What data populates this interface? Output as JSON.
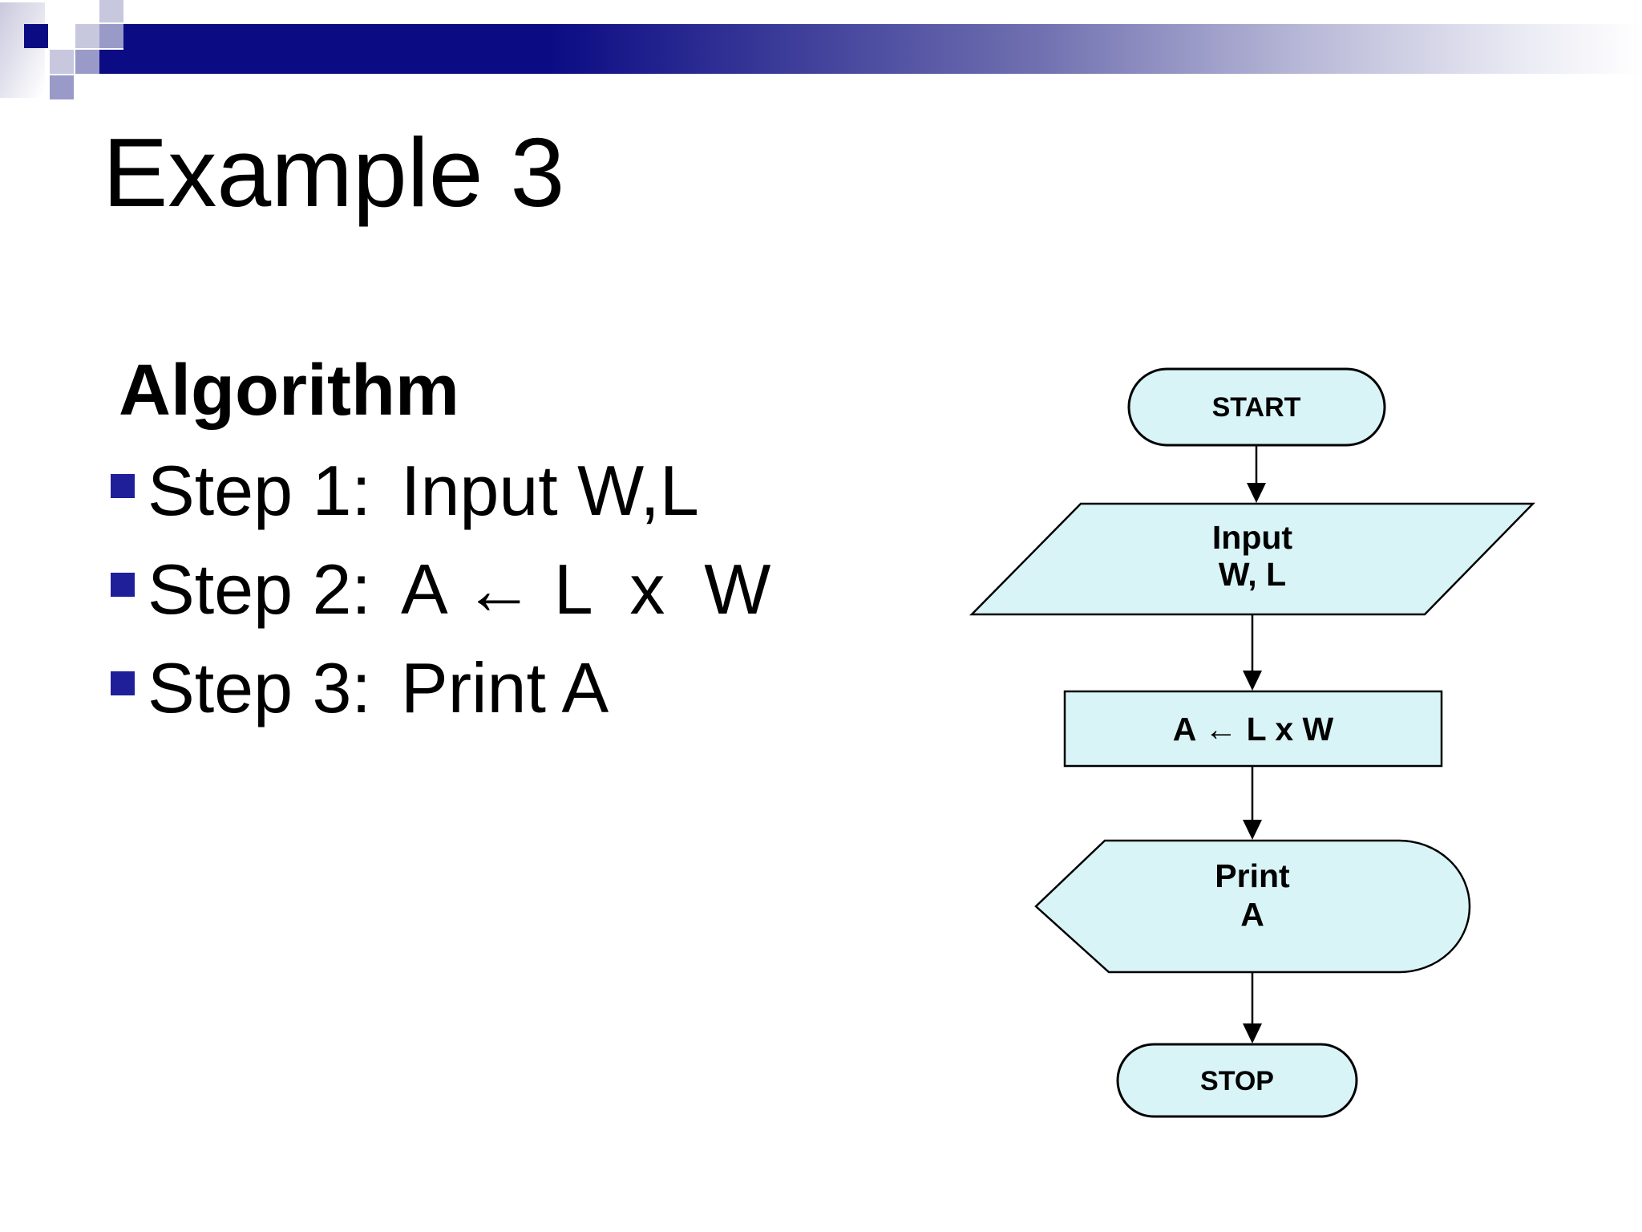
{
  "slide": {
    "title": "Example 3",
    "heading": "Algorithm",
    "steps": [
      {
        "label": "Step 1:",
        "instruction": "Input W,L"
      },
      {
        "label": "Step 2:",
        "instruction": "A ← L  x  W"
      },
      {
        "label": "Step 3:",
        "instruction": "Print A"
      }
    ]
  },
  "flowchart": {
    "start": "START",
    "input": {
      "line1": "Input",
      "line2": "W, L"
    },
    "process": "A ← L x W",
    "output": {
      "line1": "Print",
      "line2": "A"
    },
    "stop": "STOP"
  },
  "colors": {
    "accent_navy": "#0b0b84",
    "bullet_navy": "#1f1f99",
    "square_light": "#c7c7de",
    "square_medium": "#9a9ac8",
    "shape_fill": "#d8f4f7",
    "shape_stroke": "#000000"
  }
}
